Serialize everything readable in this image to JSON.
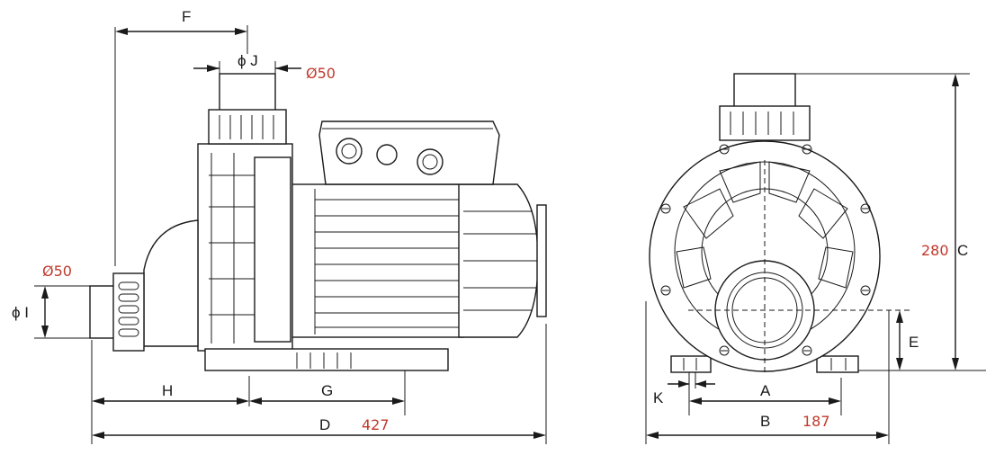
{
  "colors": {
    "line": "#1a1a1a",
    "value": "#c0392b",
    "background": "#ffffff"
  },
  "side_view": {
    "dims": {
      "F": "F",
      "J": "ϕ J",
      "I": "ϕ I",
      "H": "H",
      "G": "G",
      "D": "D"
    },
    "values": {
      "outlet_diameter": "Ø50",
      "inlet_diameter": "Ø50",
      "overall_length": "427"
    }
  },
  "front_view": {
    "dims": {
      "C": "C",
      "E": "E",
      "A": "A",
      "B": "B",
      "K": "K"
    },
    "values": {
      "overall_height": "280",
      "base_width": "187"
    }
  }
}
